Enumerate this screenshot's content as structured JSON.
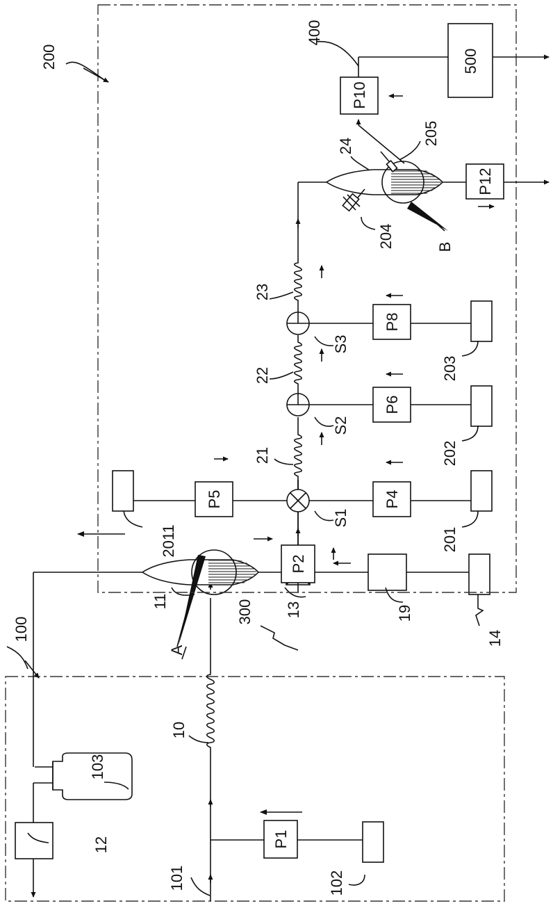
{
  "labels": {
    "sys100": "100",
    "sys200": "200",
    "l300": "300",
    "l400": "400",
    "l500": "500",
    "l10": "10",
    "l11": "11",
    "l12": "12",
    "l13": "13",
    "l14": "14",
    "l19": "19",
    "l101": "101",
    "l102": "102",
    "l103": "103",
    "l21": "21",
    "l22": "22",
    "l23": "23",
    "l24": "24",
    "l201": "201",
    "l202": "202",
    "l203": "203",
    "l204": "204",
    "l205": "205",
    "l2011": "2011",
    "A": "A",
    "B": "B",
    "S1": "S1",
    "S2": "S2",
    "S3": "S3"
  },
  "pumps": {
    "P1": "P1",
    "P2": "P2",
    "P4": "P4",
    "P5": "P5",
    "P6": "P6",
    "P8": "P8",
    "P10": "P10",
    "P12": "P12"
  }
}
